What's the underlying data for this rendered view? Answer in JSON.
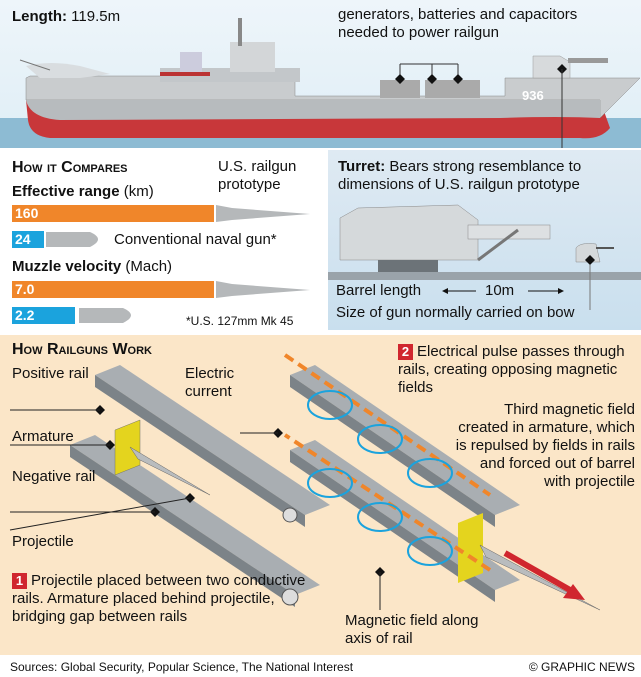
{
  "ship": {
    "length_label": "Length:",
    "length_value": "119.5m",
    "power_note": "generators, batteries and capacitors needed to power railgun",
    "hull_number": "936"
  },
  "compare": {
    "title": "How it Compares",
    "railgun_label": "U.S. railgun prototype",
    "conventional_label": "Conventional naval gun*",
    "footnote": "*U.S. 127mm Mk 45",
    "range": {
      "title": "Effective range",
      "unit": "(km)",
      "railgun": "160",
      "conventional": "24"
    },
    "velocity": {
      "title": "Muzzle velocity",
      "unit": "(Mach)",
      "railgun": "7.0",
      "conventional": "2.2"
    },
    "colors": {
      "railgun": "#f0862a",
      "conventional": "#1ba3dd"
    }
  },
  "chart_data": {
    "type": "bar",
    "series": [
      {
        "name": "Effective range (km)",
        "categories": [
          "U.S. railgun prototype",
          "Conventional naval gun"
        ],
        "values": [
          160,
          24
        ]
      },
      {
        "name": "Muzzle velocity (Mach)",
        "categories": [
          "U.S. railgun prototype",
          "Conventional naval gun"
        ],
        "values": [
          7.0,
          2.2
        ]
      }
    ]
  },
  "turret": {
    "title": "Turret:",
    "text": "Bears strong resemblance to dimensions of U.S. railgun prototype",
    "barrel_label": "Barrel length",
    "barrel_value": "10m",
    "bow_gun_label": "Size of gun normally carried on bow"
  },
  "how": {
    "title": "How Railguns Work",
    "positive_rail": "Positive rail",
    "armature": "Armature",
    "negative_rail": "Negative rail",
    "projectile": "Projectile",
    "electric_current": "Electric current",
    "step1_num": "1",
    "step1": "Projectile placed between two conductive rails. Armature placed behind projectile, bridging gap between rails",
    "step2_num": "2",
    "step2": "Electrical pulse passes through rails, creating opposing magnetic fields",
    "third_field": "Third magnetic field created in armature, which is repulsed by fields in rails and forced out of barrel with projectile",
    "magnetic_field": "Magnetic field along axis of rail"
  },
  "footer": {
    "sources": "Sources: Global Security, Popular Science, The National Interest",
    "credit": "© GRAPHIC NEWS"
  }
}
